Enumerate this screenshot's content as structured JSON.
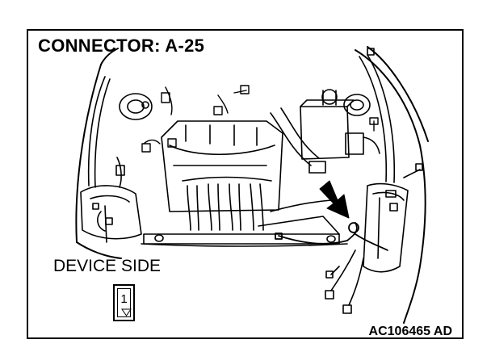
{
  "title": "CONNECTOR: A-25",
  "device_side_label": "DEVICE SIDE",
  "connector_pin": "1",
  "figure_id": "AC106465 AD",
  "icons": {
    "engine_bay": "engine-compartment-line-drawing",
    "pointer": "black-arrow-pointing-at-connector",
    "pin_marker": "down-triangle"
  }
}
